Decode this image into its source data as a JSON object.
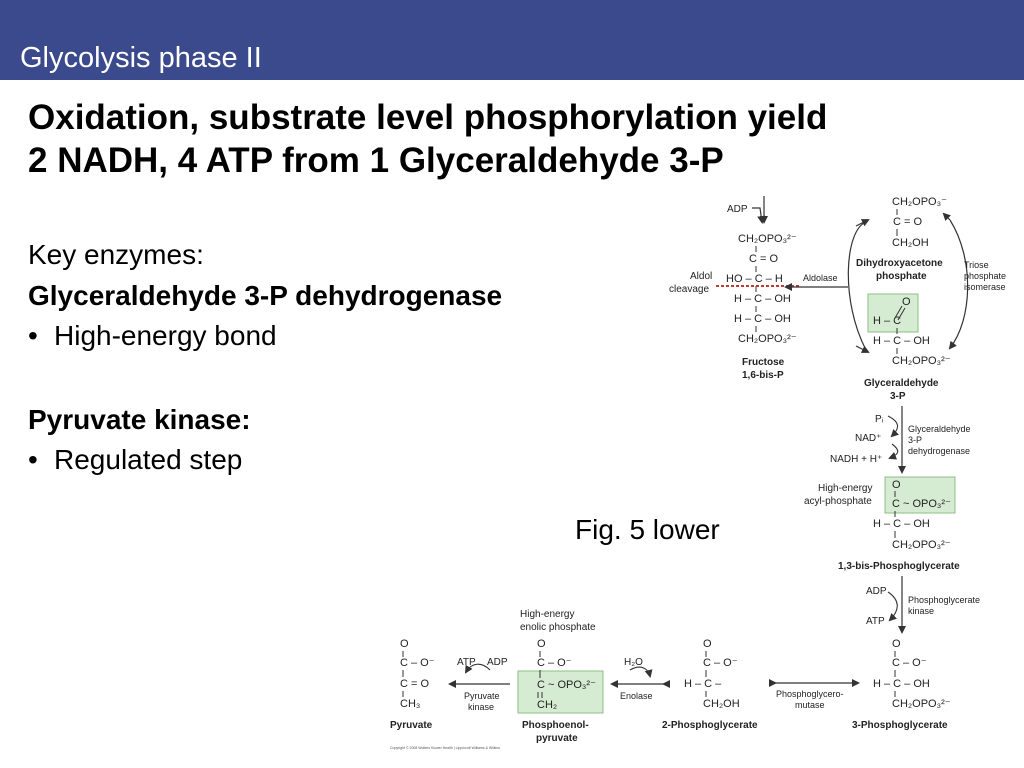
{
  "header": {
    "title": "Glycolysis phase II"
  },
  "headline": {
    "line1": "Oxidation, substrate level phosphorylation yield",
    "line2": "2 NADH, 4 ATP from 1 Glyceraldehyde 3-P"
  },
  "key_enzymes": {
    "label": "Key enzymes:",
    "enzyme1": {
      "name": "Glyceraldehyde 3-P dehydrogenase",
      "bullet": "High-energy bond"
    },
    "enzyme2": {
      "name": "Pyruvate kinase:",
      "bullet": "Regulated step"
    }
  },
  "caption": "Fig. 5 lower",
  "figure": {
    "top": {
      "adp": "ADP",
      "fructose_chain": [
        "CH₂OPO₃²⁻",
        "C = O",
        "HO – C – H",
        "H – C – OH",
        "H – C – OH",
        "CH₂OPO₃²⁻"
      ],
      "fructose_label": [
        "Fructose",
        "1,6-bis-P"
      ],
      "aldol_label": [
        "Aldol",
        "cleavage"
      ],
      "aldolase": "Aldolase",
      "dhap_chain": [
        "CH₂OPO₃⁻",
        "C = O",
        "CH₂OH"
      ],
      "dhap_label": [
        "Dihydroxyacetone",
        "phosphate"
      ],
      "isomerase_label": [
        "Triose",
        "phosphate",
        "isomerase"
      ],
      "g3p_chain": [
        "O",
        "H – C",
        "H – C – OH",
        "CH₂OPO₃²⁻"
      ],
      "g3p_label": [
        "Glyceraldehyde",
        "3-P"
      ]
    },
    "right_column": {
      "pi": "Pᵢ",
      "nad": "NAD⁺",
      "nadh": "NADH + H⁺",
      "g3pdh_label": [
        "Glyceraldehyde",
        "3-P",
        "dehydrogenase"
      ],
      "acyl_label": [
        "High-energy",
        "acyl-phosphate"
      ],
      "bpg_chain": [
        "O",
        "C ~ OPO₃²⁻",
        "H – C – OH",
        "CH₂OPO₃²⁻"
      ],
      "bpg_label": "1,3-bis-Phosphoglycerate",
      "adp": "ADP",
      "atp": "ATP",
      "pgk_label": [
        "Phosphoglycerate",
        "kinase"
      ]
    },
    "bottom_row": {
      "pg3_chain": [
        "O",
        "C – O⁻",
        "H – C – OH",
        "CH₂OPO₃²⁻"
      ],
      "pg3_label": "3-Phosphoglycerate",
      "mutase_label": [
        "Phosphoglycero-",
        "mutase"
      ],
      "pg2_chain": [
        "O",
        "C – O⁻",
        "H – C –",
        "CH₂OH"
      ],
      "pg2_label": "2-Phosphoglycerate",
      "h2o": "H₂O",
      "enolase": "Enolase",
      "pep_top_label": [
        "High-energy",
        "enolic phosphate"
      ],
      "pep_chain": [
        "O",
        "C – O⁻",
        "C ~ OPO₃²⁻",
        "CH₂"
      ],
      "pep_label": [
        "Phosphoenol-",
        "pyruvate"
      ],
      "atp": "ATP",
      "adp": "ADP",
      "pk_label": [
        "Pyruvate",
        "kinase"
      ],
      "pyr_chain": [
        "O",
        "C – O⁻",
        "C = O",
        "CH₃"
      ],
      "pyr_label": "Pyruvate",
      "copyright": "Copyright © 2008 Wolters Kluwer Health | Lippincott Williams & Wilkins"
    }
  }
}
